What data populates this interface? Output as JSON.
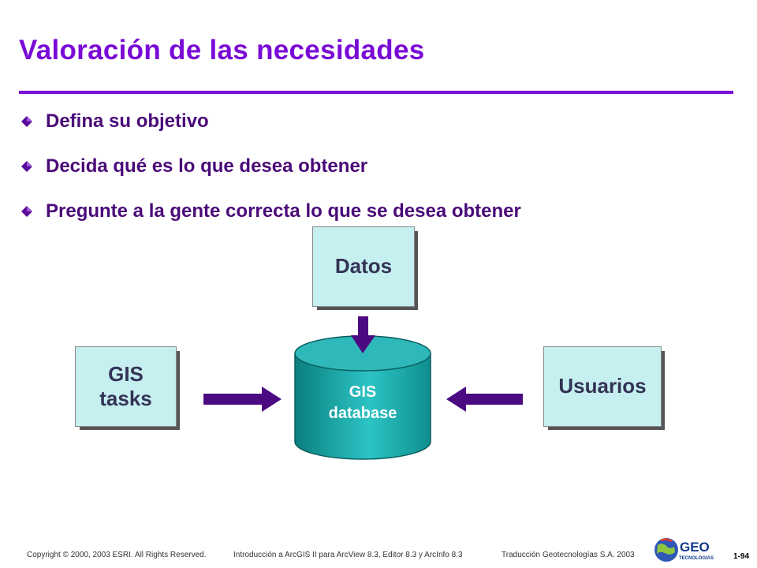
{
  "slide": {
    "title": "Valoración de las necesidades",
    "bullets": [
      "Defina su objetivo",
      "Decida qué es lo que desea obtener",
      "Pregunte a la gente correcta lo que se desea obtener"
    ]
  },
  "diagram": {
    "datos_label": "Datos",
    "gis_tasks_label": "GIS\ntasks",
    "usuarios_label": "Usuarios",
    "database_label": "GIS\ndatabase"
  },
  "footer": {
    "copyright": "Copyright © 2000, 2003 ESRI. All Rights Reserved.",
    "course": "Introducción a ArcGIS II para ArcView 8.3, Editor 8.3 y ArcInfo 8.3",
    "translation": "Traducción Geotecnologías S.A. 2003",
    "page_number": "1-94",
    "logo_text": "GEO",
    "logo_subtext": "TECNOLOGIAS"
  },
  "colors": {
    "title": "#7a0ad6",
    "bullet_text": "#4a0a78",
    "box_fill": "#c6eff0",
    "arrow": "#4b0a82",
    "database": "#1aa7a8"
  }
}
